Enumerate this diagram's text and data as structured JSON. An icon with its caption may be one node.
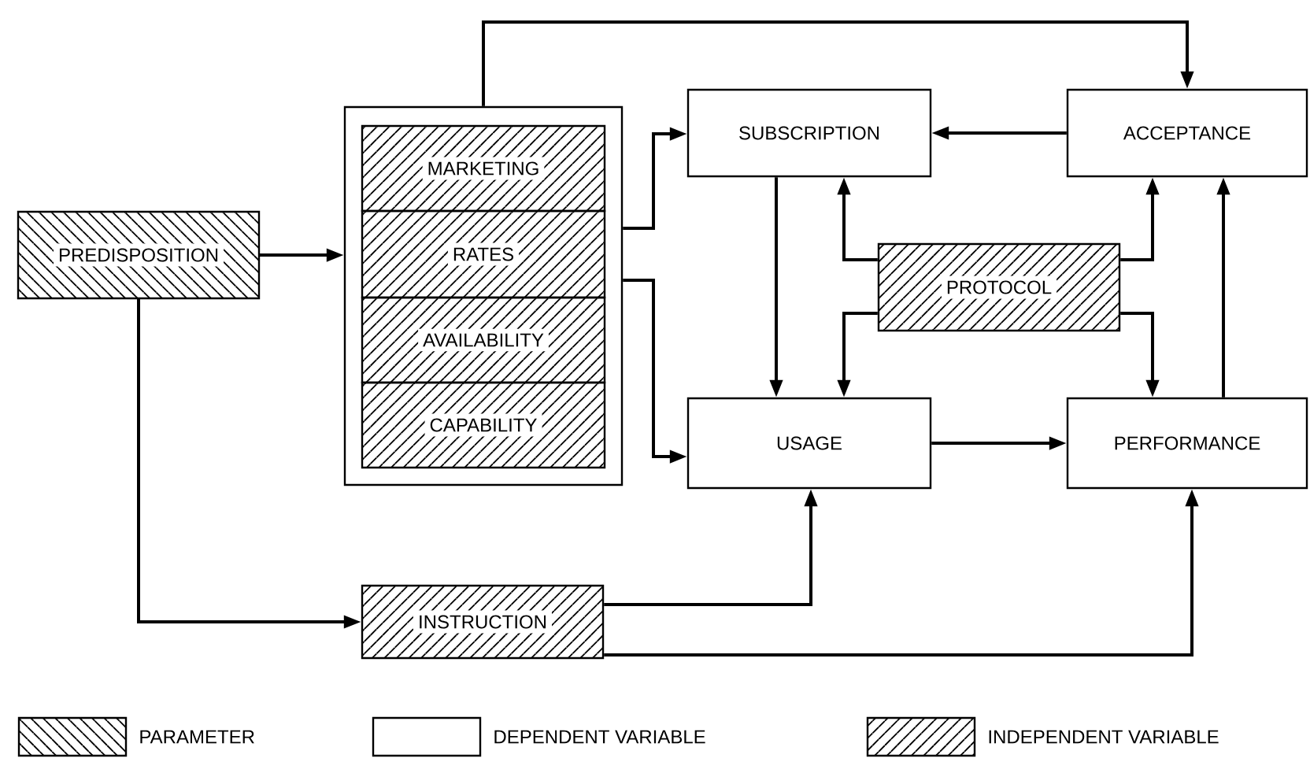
{
  "diagram": {
    "nodes": [
      {
        "text": [
          "PREDISPOSITION"
        ]
      },
      {
        "text": [],
        "shape": "box"
      },
      {
        "text": [
          "MARKETING"
        ],
        "in": 1
      },
      {
        "text": [
          "RATES"
        ],
        "in": 1
      },
      {
        "text": [
          "AVAILABILITY"
        ],
        "in": 1
      },
      {
        "text": [
          "CAPABILITY"
        ],
        "in": 1
      },
      {
        "text": [
          "SUBSCRIPTION"
        ]
      },
      {
        "text": [
          "ACCEPTANCE"
        ]
      },
      {
        "text": [
          "PROTOCOL"
        ]
      },
      {
        "text": [
          "USAGE"
        ]
      },
      {
        "text": [
          "PERFORMANCE"
        ]
      },
      {
        "text": [
          "INSTRUCTION"
        ]
      }
    ],
    "edges": [
      {
        "from": 0,
        "to": 1,
        "arrow": "to"
      },
      {
        "from": 1,
        "to": 7,
        "arrow": "to"
      },
      {
        "from": 1,
        "to": 6,
        "arrow": "to"
      },
      {
        "from": 1,
        "to": 9,
        "arrow": "to"
      },
      {
        "from": 7,
        "to": 6,
        "arrow": "to"
      },
      {
        "from": 6,
        "to": 9,
        "arrow": "to"
      },
      {
        "from": 8,
        "to": 6,
        "arrow": "to"
      },
      {
        "from": 8,
        "to": 9,
        "arrow": "to"
      },
      {
        "from": 8,
        "to": 7,
        "arrow": "to"
      },
      {
        "from": 8,
        "to": 10,
        "arrow": "to"
      },
      {
        "from": 9,
        "to": 10,
        "arrow": "to"
      },
      {
        "from": 10,
        "to": 7,
        "arrow": "to"
      },
      {
        "from": 0,
        "to": 11,
        "arrow": "to"
      },
      {
        "from": 11,
        "to": 9,
        "arrow": "to"
      },
      {
        "from": 11,
        "to": 10,
        "arrow": "to"
      }
    ],
    "legend": [
      {
        "text": "PARAMETER"
      },
      {
        "text": "DEPENDENT VARIABLE"
      },
      {
        "text": "INDEPENDENT VARIABLE"
      }
    ]
  }
}
